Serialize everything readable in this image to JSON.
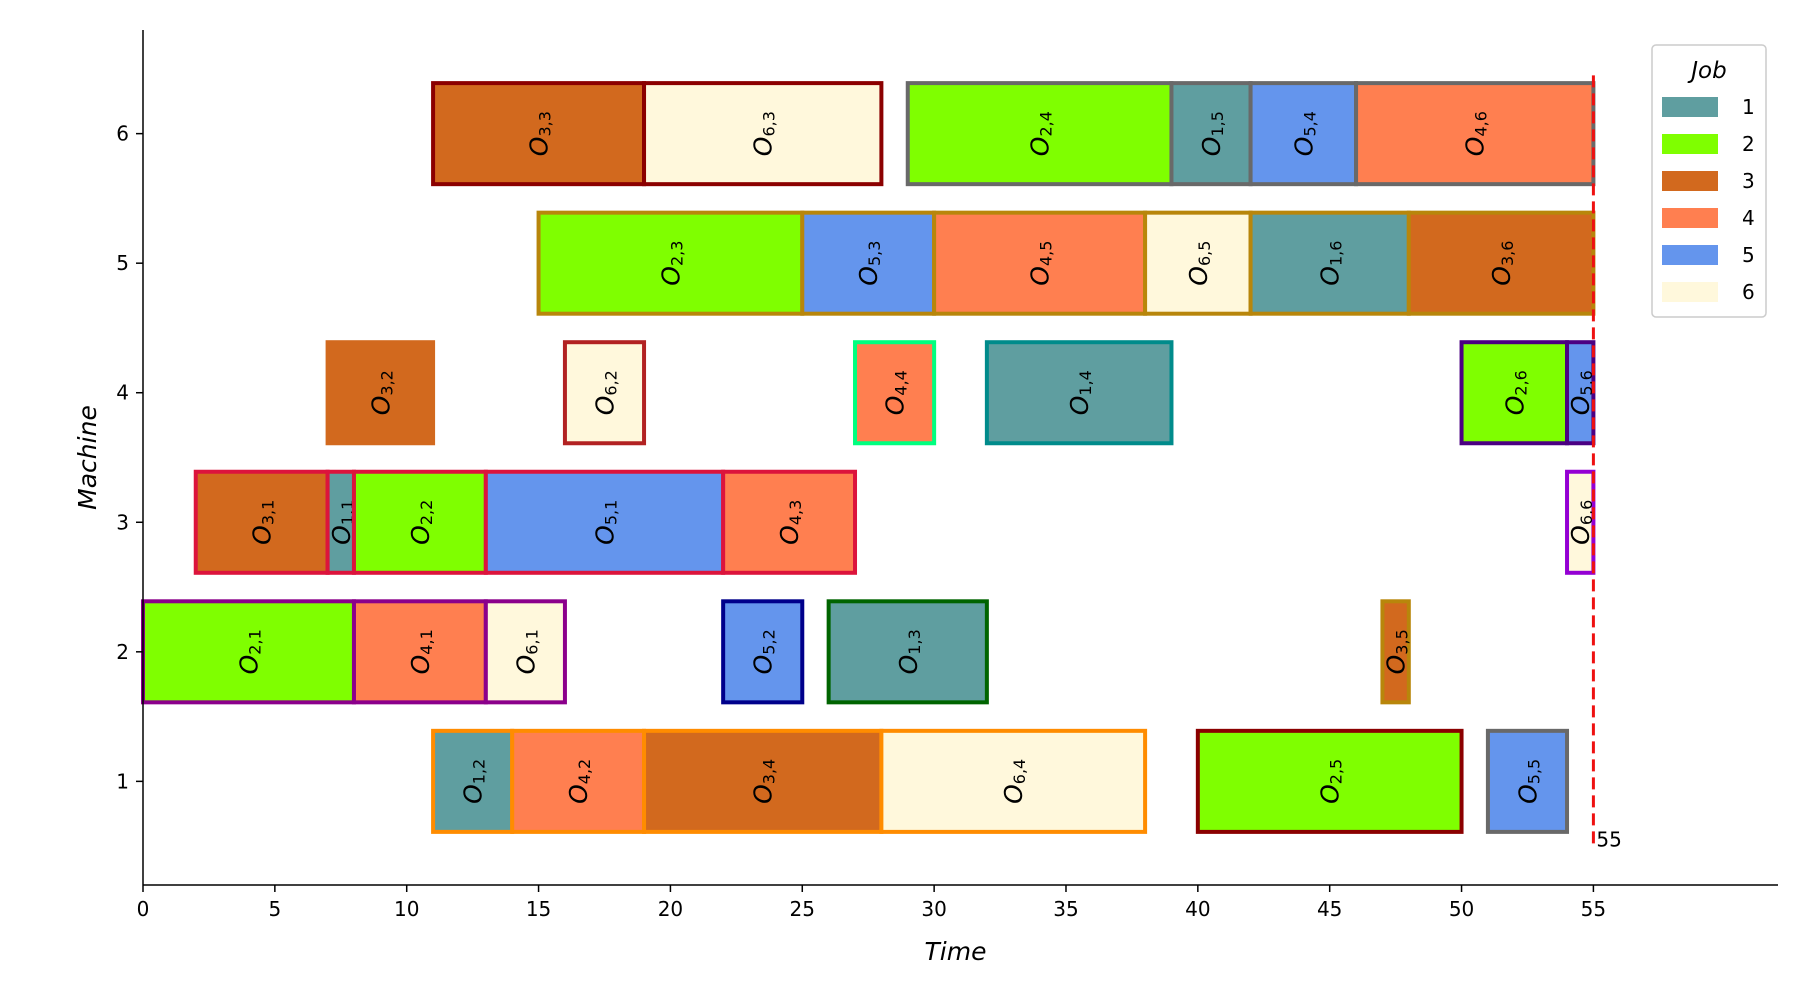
{
  "chart_data": {
    "type": "gantt",
    "xlabel": "Time",
    "ylabel": "Machine",
    "xlim": [
      0,
      62
    ],
    "ylim": [
      0.2,
      6.8
    ],
    "xticks": [
      0,
      5,
      10,
      15,
      20,
      25,
      30,
      35,
      40,
      45,
      50,
      55
    ],
    "yticks": [
      1,
      2,
      3,
      4,
      5,
      6
    ],
    "legend": {
      "title": "Job",
      "position": "top-right",
      "entries": [
        {
          "job": "1",
          "color": "#5f9ea0"
        },
        {
          "job": "2",
          "color": "#7fff00"
        },
        {
          "job": "3",
          "color": "#d2691e"
        },
        {
          "job": "4",
          "color": "#ff7f50"
        },
        {
          "job": "5",
          "color": "#6495ed"
        },
        {
          "job": "6",
          "color": "#fff8dc"
        }
      ]
    },
    "makespan": {
      "value": 55,
      "label": "55",
      "color": "#ee1111"
    },
    "machines": [
      {
        "machine": 1,
        "border": "#ff8c00",
        "operations": [
          {
            "job": 1,
            "op": 2,
            "start": 11,
            "end": 14,
            "border": "#ff8c00"
          },
          {
            "job": 4,
            "op": 2,
            "start": 14,
            "end": 19,
            "border": "#ff8c00"
          },
          {
            "job": 3,
            "op": 4,
            "start": 19,
            "end": 28,
            "border": "#ff8c00"
          },
          {
            "job": 6,
            "op": 4,
            "start": 28,
            "end": 38,
            "border": "#ff8c00"
          },
          {
            "job": 2,
            "op": 5,
            "start": 40,
            "end": 50,
            "border": "#8b0000"
          },
          {
            "job": 5,
            "op": 5,
            "start": 51,
            "end": 54,
            "border": "#696969"
          }
        ]
      },
      {
        "machine": 2,
        "operations": [
          {
            "job": 2,
            "op": 1,
            "start": 0,
            "end": 8,
            "border": "#8b008b"
          },
          {
            "job": 4,
            "op": 1,
            "start": 8,
            "end": 13,
            "border": "#8b008b"
          },
          {
            "job": 6,
            "op": 1,
            "start": 13,
            "end": 16,
            "border": "#8b008b"
          },
          {
            "job": 5,
            "op": 2,
            "start": 22,
            "end": 25,
            "border": "#00008b"
          },
          {
            "job": 1,
            "op": 3,
            "start": 26,
            "end": 32,
            "border": "#006400"
          },
          {
            "job": 3,
            "op": 5,
            "start": 47,
            "end": 48,
            "border": "#b8860b"
          }
        ]
      },
      {
        "machine": 3,
        "operations": [
          {
            "job": 3,
            "op": 1,
            "start": 2,
            "end": 7,
            "border": "#dc143c"
          },
          {
            "job": 1,
            "op": 1,
            "start": 7,
            "end": 8,
            "border": "#dc143c"
          },
          {
            "job": 2,
            "op": 2,
            "start": 8,
            "end": 13,
            "border": "#dc143c"
          },
          {
            "job": 5,
            "op": 1,
            "start": 13,
            "end": 22,
            "border": "#dc143c"
          },
          {
            "job": 4,
            "op": 3,
            "start": 22,
            "end": 27,
            "border": "#dc143c"
          },
          {
            "job": 6,
            "op": 6,
            "start": 54,
            "end": 55,
            "border": "#9400d3"
          }
        ]
      },
      {
        "machine": 4,
        "operations": [
          {
            "job": 3,
            "op": 2,
            "start": 7,
            "end": 11,
            "border": "#d2691e"
          },
          {
            "job": 6,
            "op": 2,
            "start": 16,
            "end": 19,
            "border": "#b22222"
          },
          {
            "job": 4,
            "op": 4,
            "start": 27,
            "end": 30,
            "border": "#00ff7f"
          },
          {
            "job": 1,
            "op": 4,
            "start": 32,
            "end": 39,
            "border": "#008b8b"
          },
          {
            "job": 2,
            "op": 6,
            "start": 50,
            "end": 54,
            "border": "#4b0082"
          },
          {
            "job": 5,
            "op": 6,
            "start": 54,
            "end": 55,
            "border": "#4b0082"
          }
        ]
      },
      {
        "machine": 5,
        "operations": [
          {
            "job": 2,
            "op": 3,
            "start": 15,
            "end": 25,
            "border": "#b8860b"
          },
          {
            "job": 5,
            "op": 3,
            "start": 25,
            "end": 30,
            "border": "#b8860b"
          },
          {
            "job": 4,
            "op": 5,
            "start": 30,
            "end": 38,
            "border": "#b8860b"
          },
          {
            "job": 6,
            "op": 5,
            "start": 38,
            "end": 42,
            "border": "#b8860b"
          },
          {
            "job": 1,
            "op": 6,
            "start": 42,
            "end": 48,
            "border": "#b8860b"
          },
          {
            "job": 3,
            "op": 6,
            "start": 48,
            "end": 55,
            "border": "#b8860b"
          }
        ]
      },
      {
        "machine": 6,
        "operations": [
          {
            "job": 3,
            "op": 3,
            "start": 11,
            "end": 19,
            "border": "#8b0000"
          },
          {
            "job": 6,
            "op": 3,
            "start": 19,
            "end": 28,
            "border": "#8b0000"
          },
          {
            "job": 2,
            "op": 4,
            "start": 29,
            "end": 39,
            "border": "#696969"
          },
          {
            "job": 1,
            "op": 5,
            "start": 39,
            "end": 42,
            "border": "#696969"
          },
          {
            "job": 5,
            "op": 4,
            "start": 42,
            "end": 46,
            "border": "#696969"
          },
          {
            "job": 4,
            "op": 6,
            "start": 46,
            "end": 55,
            "border": "#696969"
          }
        ]
      }
    ]
  }
}
